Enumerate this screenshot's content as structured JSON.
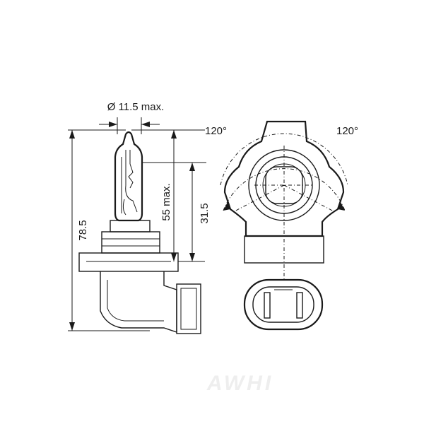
{
  "dimensions": {
    "diameter": "Ø 11.5 max.",
    "total_length": "78.5",
    "lcl_height": "55 max.",
    "filament_height": "31.5",
    "angle_left": "120°",
    "angle_right": "120°"
  },
  "watermark": {
    "text": "AWHI"
  }
}
